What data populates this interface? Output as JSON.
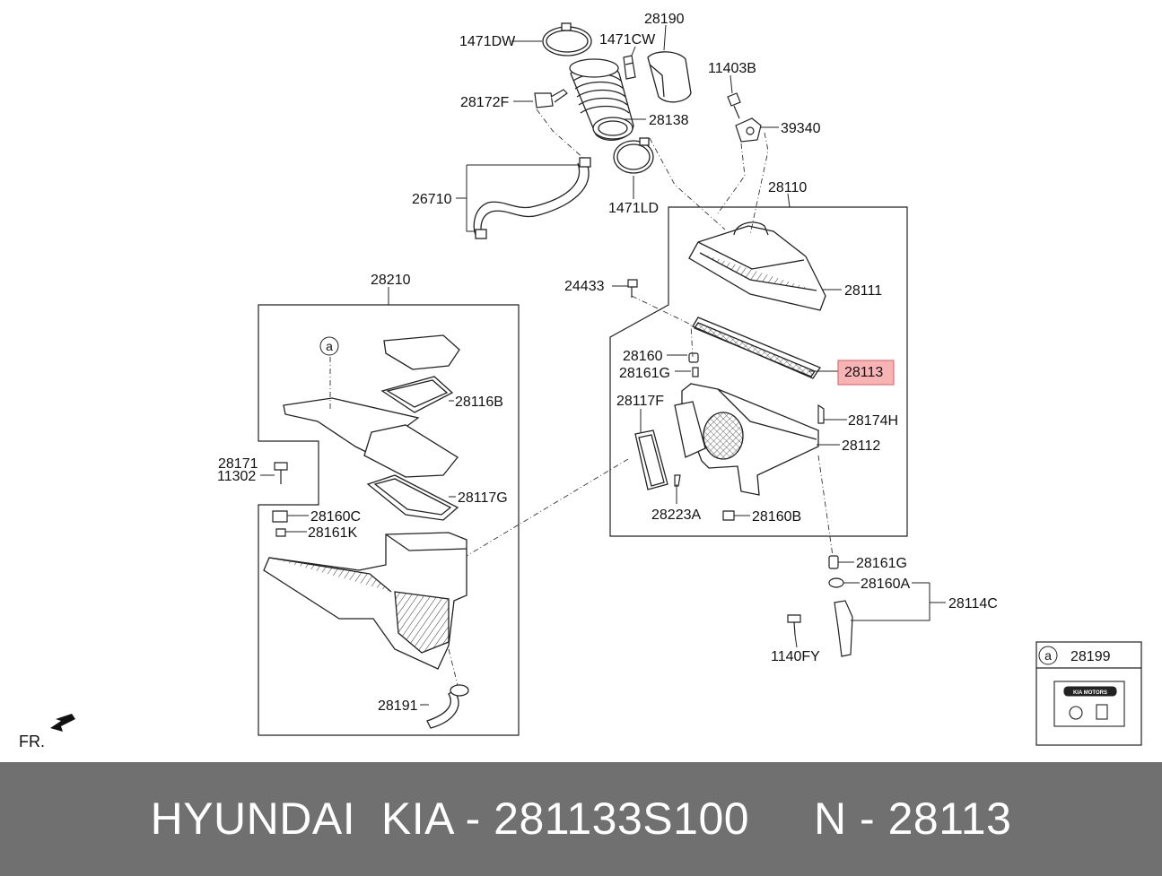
{
  "labels": {
    "l1471DW": "1471DW",
    "l1471CW": "1471CW",
    "l28190": "28190",
    "l11403B": "11403B",
    "l28172F": "28172F",
    "l28138": "28138",
    "l39340": "39340",
    "l26710": "26710",
    "l1471LD": "1471LD",
    "l28110": "28110",
    "l28210": "28210",
    "l24433": "24433",
    "l28111": "28111",
    "l28160": "28160",
    "l28113": "28113",
    "l28161G_a": "28161G",
    "l28116B": "28116B",
    "l28117F": "28117F",
    "l28174H": "28174H",
    "l28112": "28112",
    "l28171": "28171",
    "l11302": "11302",
    "l28117G": "28117G",
    "l28223A": "28223A",
    "l28160B": "28160B",
    "l28160C": "28160C",
    "l28161K": "28161K",
    "l28161G_b": "28161G",
    "l28160A": "28160A",
    "l28114C": "28114C",
    "l1140FY": "1140FY",
    "l28191": "28191",
    "l28199": "28199",
    "callout_a1": "a",
    "callout_a2": "a",
    "fr": "FR.",
    "decal_text": "KIA MOTORS"
  },
  "colors": {
    "highlight_fill": "#f8b4b4",
    "highlight_border": "#e05a5a",
    "footer_bg": "#707070",
    "footer_text": "#ffffff"
  },
  "footer": {
    "text": "HYUNDAI  KIA - 281133S100     N - 28113"
  }
}
